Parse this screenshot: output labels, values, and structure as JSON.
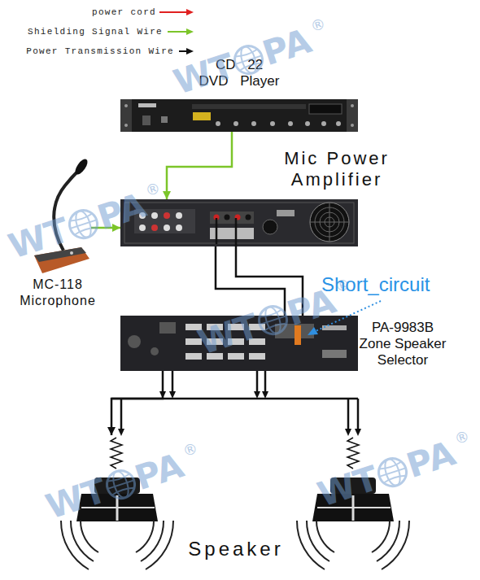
{
  "diagram": {
    "nodes": [
      {
        "text": [
          "CD 22 DVD Player"
        ]
      },
      {
        "text": [
          "Mic Power Amplifier"
        ]
      },
      {
        "text": [
          "MC-118 Microphone"
        ]
      },
      {
        "text": [
          "PA-9983B Zone Speaker Selector"
        ]
      },
      {
        "text": [
          "Speaker"
        ]
      }
    ],
    "edges": [
      {
        "from": 0,
        "to": 1,
        "arrow": "to"
      },
      {
        "from": 2,
        "to": 1,
        "arrow": "to"
      },
      {
        "from": 1,
        "to": 3,
        "arrow": "none"
      },
      {
        "from": 3,
        "to": 4,
        "arrow": "to"
      }
    ],
    "labels": [
      "Short_circuit",
      "WT",
      "PA",
      "®",
      "WT",
      "PA",
      "®",
      "WT",
      "PA",
      "®",
      "WT",
      "PA",
      "®",
      "WT",
      "PA",
      "®"
    ],
    "legend": [
      {
        "text": "power cord"
      },
      {
        "text": "Shielding Signal Wire"
      },
      {
        "text": "Power Transmission Wire"
      }
    ]
  }
}
